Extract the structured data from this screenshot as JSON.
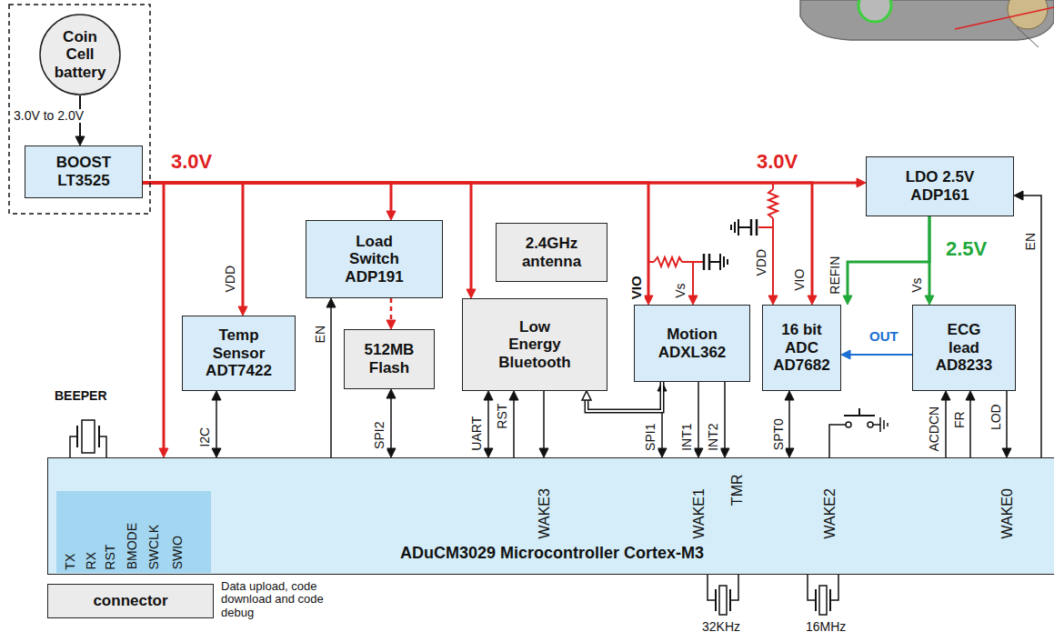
{
  "diagram": {
    "nodes": [
      {
        "text": [
          "Coin Cell battery"
        ]
      },
      {
        "text": [
          "BOOST LT3525"
        ]
      },
      {
        "text": [
          "Temp Sensor ADT7422"
        ]
      },
      {
        "text": [
          "Load Switch ADP191"
        ]
      },
      {
        "text": [
          "512MB Flash"
        ]
      },
      {
        "text": [
          "2.4GHz antenna"
        ]
      },
      {
        "text": [
          "Low Energy Bluetooth"
        ]
      },
      {
        "text": [
          "Motion ADXL362"
        ]
      },
      {
        "text": [
          "16 bit ADC AD7682"
        ]
      },
      {
        "text": [
          "LDO 2.5V ADP161"
        ]
      },
      {
        "text": [
          "ECG lead AD8233"
        ]
      },
      {
        "text": [
          "ADuCM3029 Microcontroller Cortex-M3"
        ]
      },
      {
        "text": [
          "connector"
        ]
      }
    ],
    "edges": [
      {
        "from": 0,
        "to": 1,
        "arrow": "to",
        "label": "3.0V to 2.0V"
      },
      {
        "from": 1,
        "to": 11,
        "arrow": "to"
      },
      {
        "from": 1,
        "to": 2,
        "arrow": "to",
        "label": "VDD"
      },
      {
        "from": 1,
        "to": 3,
        "arrow": "to"
      },
      {
        "from": 1,
        "to": 6,
        "arrow": "to"
      },
      {
        "from": 1,
        "to": 7,
        "arrow": "to",
        "label": "VIO"
      },
      {
        "from": 1,
        "to": 7,
        "arrow": "to",
        "label": "Vs"
      },
      {
        "from": 1,
        "to": 8,
        "arrow": "to",
        "label": "VDD"
      },
      {
        "from": 1,
        "to": 8,
        "arrow": "to",
        "label": "VIO"
      },
      {
        "from": 1,
        "to": 9,
        "arrow": "to"
      },
      {
        "from": 3,
        "to": 4,
        "arrow": "to"
      },
      {
        "from": 9,
        "to": 8,
        "arrow": "to",
        "label": "REFIN"
      },
      {
        "from": 9,
        "to": 10,
        "arrow": "to",
        "label": "Vs"
      },
      {
        "from": 10,
        "to": 8,
        "arrow": "to",
        "label": "OUT"
      },
      {
        "from": 11,
        "to": 2,
        "arrow": "both",
        "label": "I2C"
      },
      {
        "from": 11,
        "to": 3,
        "arrow": "to",
        "label": "EN"
      },
      {
        "from": 4,
        "to": 11,
        "arrow": "both",
        "label": "SPI2"
      },
      {
        "from": 6,
        "to": 11,
        "arrow": "both",
        "label": "UART"
      },
      {
        "from": 11,
        "to": 6,
        "arrow": "to",
        "label": "RST"
      },
      {
        "from": 6,
        "to": 11,
        "arrow": "to"
      },
      {
        "from": 7,
        "to": 11,
        "arrow": "both",
        "label": "SPI1"
      },
      {
        "from": 7,
        "to": 11,
        "arrow": "to",
        "label": "INT1"
      },
      {
        "from": 7,
        "to": 11,
        "arrow": "to",
        "label": "INT2"
      },
      {
        "from": 7,
        "to": 6,
        "arrow": "to"
      },
      {
        "from": 8,
        "to": 11,
        "arrow": "both",
        "label": "SPT0"
      },
      {
        "from": 11,
        "to": 10,
        "arrow": "to",
        "label": "ACDCN"
      },
      {
        "from": 11,
        "to": 10,
        "arrow": "to",
        "label": "FR"
      },
      {
        "from": 10,
        "to": 11,
        "arrow": "to",
        "label": "LOD"
      },
      {
        "from": 11,
        "to": 9,
        "arrow": "to",
        "label": "EN"
      }
    ],
    "labels": [
      "3.0V",
      "3.0V",
      "2.5V",
      "BEEPER",
      "TX",
      "RX",
      "RST",
      "BMODE",
      "SWCLK",
      "SWIO",
      "WAKE3",
      "WAKE1",
      "TMR",
      "WAKE2",
      "WAKE0",
      "Data upload, code download and code debug",
      "32KHz",
      "16MHz"
    ]
  }
}
